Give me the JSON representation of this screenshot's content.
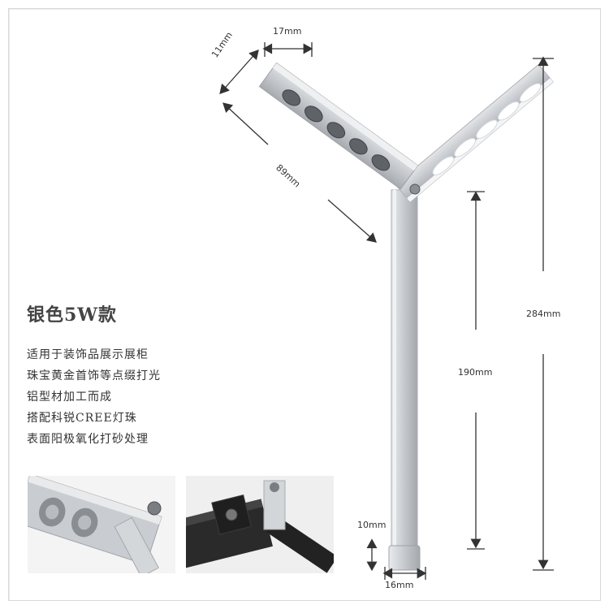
{
  "product": {
    "title": "银色5W款",
    "features": [
      "适用于装饰品展示展柜",
      "珠宝黄金首饰等点缀打光",
      "铝型材加工而成",
      "搭配科锐CREE灯珠",
      "表面阳极氧化打砂处理"
    ]
  },
  "dimensions": {
    "head_width": "17mm",
    "head_height": "11mm",
    "head_length": "89mm",
    "total_height": "284mm",
    "pole_height": "190mm",
    "base_height": "10mm",
    "base_width": "16mm"
  },
  "colors": {
    "aluminum": "#c9ccd0",
    "aluminum_dark": "#9ea2a7",
    "led": "#ffffff",
    "dark_profile": "#2a2a2a"
  },
  "icons": [
    "dimension-arrow",
    "led-bead",
    "screw"
  ]
}
